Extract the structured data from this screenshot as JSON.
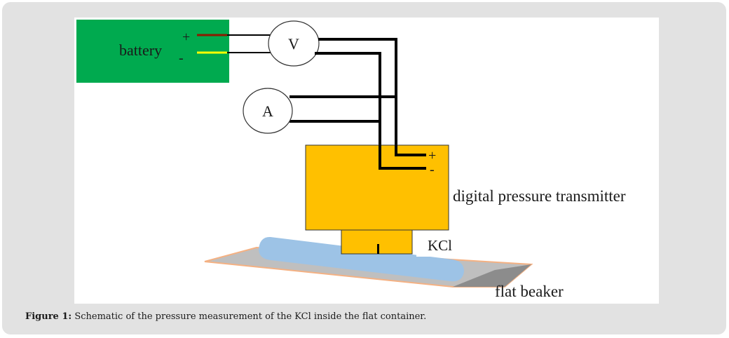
{
  "figure": {
    "labels": {
      "battery": "battery",
      "battery_plus": "+",
      "battery_minus": "-",
      "voltmeter": "V",
      "ammeter": "A",
      "transmitter_plus": "+",
      "transmitter_minus": "-",
      "transmitter": "digital pressure transmitter",
      "kcl": "KCl",
      "beaker": "flat beaker"
    },
    "colors": {
      "battery": "#00aa4f",
      "transmitter": "#ffc000",
      "kcl": "#9dc3e6",
      "beaker": "#bfbfbf",
      "beaker_edge": "#f4b183",
      "positive_wire": "#8b1a00",
      "negative_wire": "#ffff00",
      "wire": "#000000"
    }
  },
  "caption": {
    "label": "Figure 1:",
    "text": " Schematic of the pressure measurement of the KCl inside the flat container."
  }
}
